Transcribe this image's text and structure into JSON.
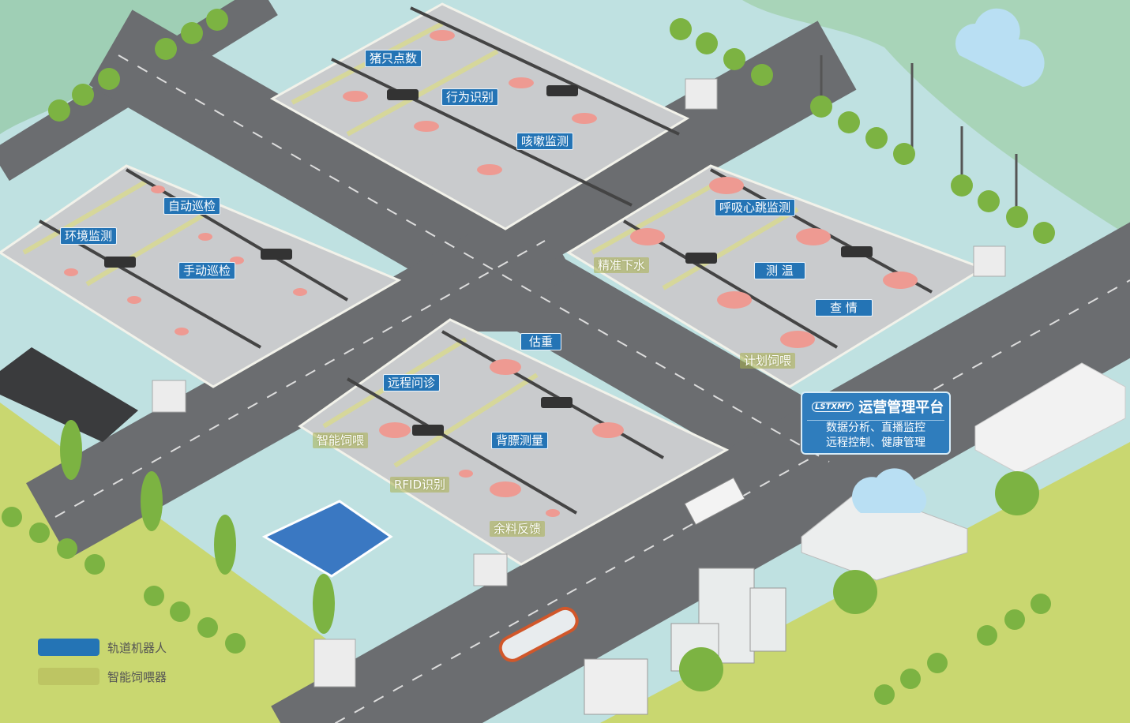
{
  "labels_blue": [
    "猪只点数",
    "行为识别",
    "咳嗽监测",
    "自动巡检",
    "环境监测",
    "手动巡检",
    "呼吸心跳监测",
    "测 温",
    "查 情",
    "估重",
    "远程问诊",
    "背膘测量"
  ],
  "labels_green": [
    "精准下水",
    "计划饲喂",
    "智能饲喂",
    "RFID识别",
    "余料反馈"
  ],
  "platform": {
    "logo": "LSTXMY",
    "title": "运营管理平台",
    "line1": "数据分析、直播监控",
    "line2": "远程控制、健康管理"
  },
  "legend": [
    {
      "label": "轨道机器人",
      "color": "#2474b5"
    },
    {
      "label": "智能饲喂器",
      "color": "#bdc563"
    }
  ],
  "colors": {
    "background": "#bfe1e1",
    "road": "#6b6d70",
    "grass": "#c9d770",
    "pen": "#c9cbcd",
    "pig": "#ee9a92"
  }
}
